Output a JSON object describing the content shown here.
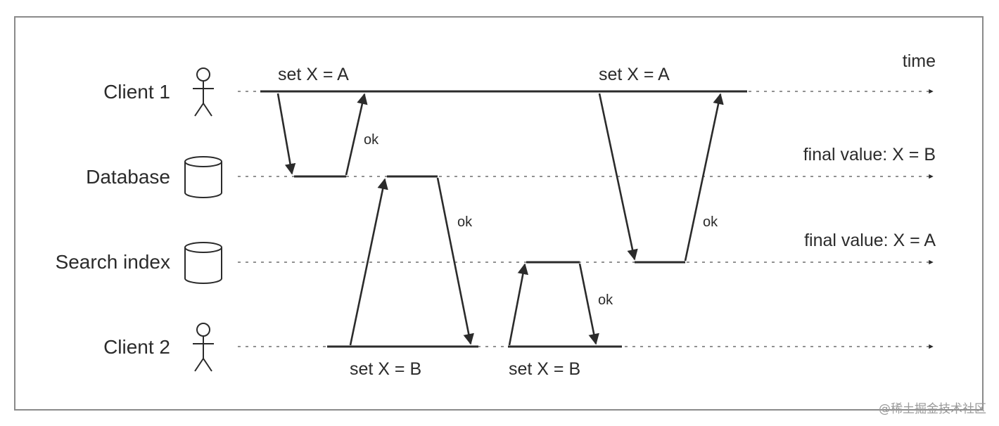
{
  "lanes": {
    "client1": "Client 1",
    "database": "Database",
    "search_index": "Search index",
    "client2": "Client 2"
  },
  "time_label": "time",
  "messages": {
    "c1_set_1": "set X = A",
    "c1_set_2": "set X = A",
    "c2_set_1": "set X = B",
    "c2_set_2": "set X = B"
  },
  "acks": [
    "ok",
    "ok",
    "ok",
    "ok"
  ],
  "final_values": {
    "database": "final value: X = B",
    "search_index": "final value: X = A"
  },
  "watermark": "@稀土掘金技术社区",
  "colors": {
    "ink": "#2b2b2b",
    "frame": "#8a8a8a",
    "dotted": "#6e6e6e"
  }
}
